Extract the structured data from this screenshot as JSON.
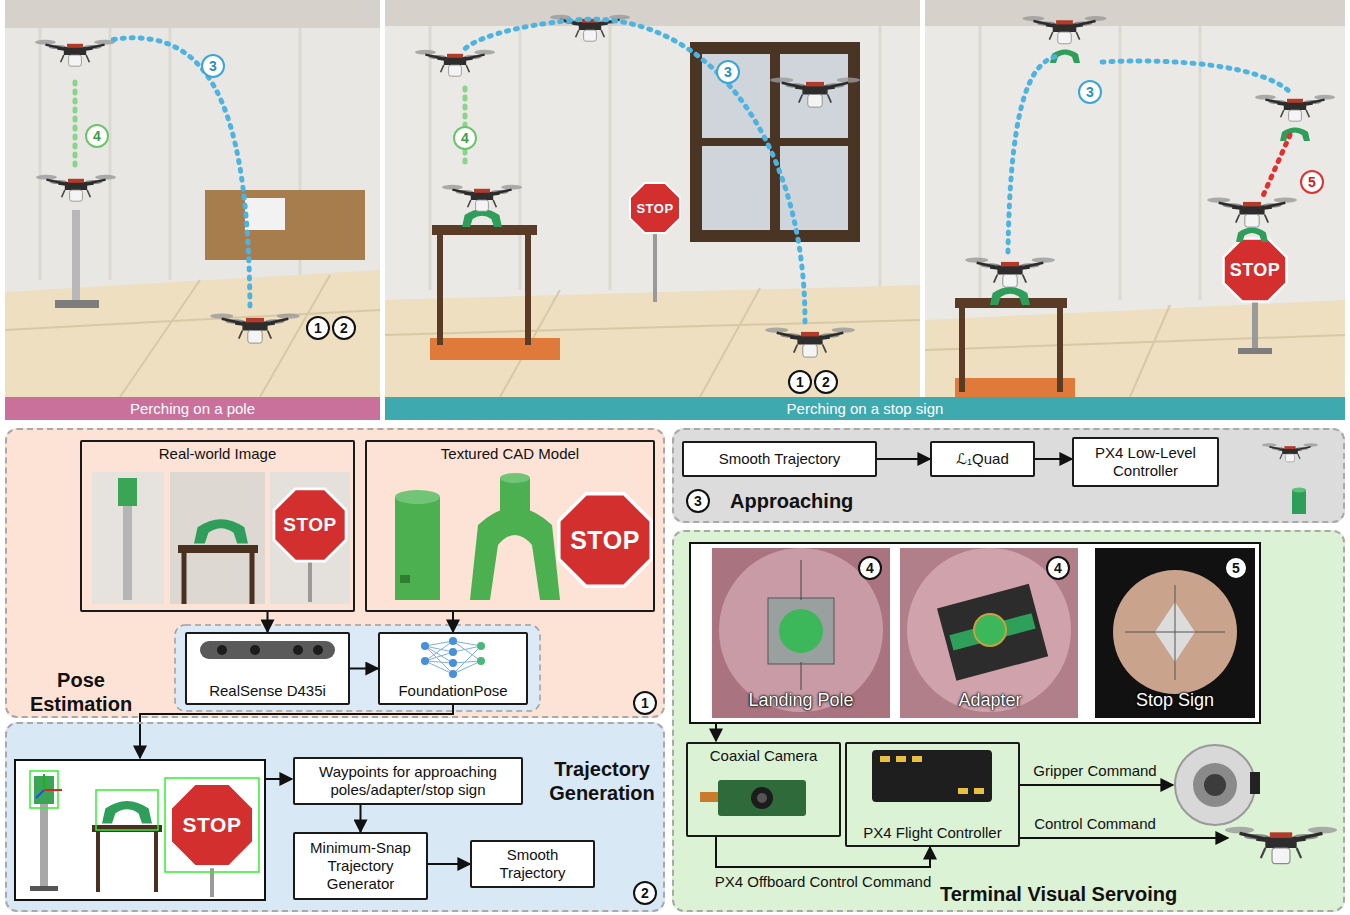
{
  "diagram": {
    "nodes": [
      {
        "text": [
          "Perching on a pole"
        ]
      },
      {
        "text": [
          "Perching on a stop sign"
        ]
      },
      {
        "text": [
          "Pose Estimation"
        ]
      },
      {
        "text": [
          "Real-world Image"
        ],
        "in": 2
      },
      {
        "text": [
          "Textured CAD Model"
        ],
        "in": 2
      },
      {
        "text": [
          "RealSense D435i"
        ],
        "in": 2
      },
      {
        "text": [
          "FoundationPose"
        ],
        "in": 2
      },
      {
        "text": [
          "Trajectory Generation"
        ]
      },
      {
        "text": [
          "Waypoints for approaching poles/adapter/stop sign"
        ],
        "in": 7
      },
      {
        "text": [
          "Minimum-Snap Trajectory Generator"
        ],
        "in": 7
      },
      {
        "text": [
          "Smooth Trajectory"
        ],
        "in": 7
      },
      {
        "text": [
          "Approaching"
        ]
      },
      {
        "text": [
          "Smooth Trajectory"
        ],
        "in": 11
      },
      {
        "text": [
          "ℒ₁Quad"
        ],
        "in": 11
      },
      {
        "text": [
          "PX4 Low-Level Controller"
        ],
        "in": 11
      },
      {
        "text": [
          "Terminal Visual Servoing"
        ]
      },
      {
        "text": [
          "Coaxial Camera"
        ],
        "in": 15
      },
      {
        "text": [
          "PX4 Flight Controller"
        ],
        "in": 15
      }
    ],
    "edges": [
      {
        "from": 3,
        "to": 5,
        "arrow": "to"
      },
      {
        "from": 4,
        "to": 6,
        "arrow": "to"
      },
      {
        "from": 5,
        "to": 6,
        "arrow": "to"
      },
      {
        "from": 8,
        "to": 9,
        "arrow": "to"
      },
      {
        "from": 9,
        "to": 10,
        "arrow": "to"
      },
      {
        "from": 12,
        "to": 13,
        "arrow": "to"
      },
      {
        "from": 13,
        "to": 14,
        "arrow": "to"
      },
      {
        "from": 16,
        "to": 17,
        "label": "PX4 Offboard Control Command",
        "arrow": "to"
      }
    ],
    "labels": [
      "3",
      "4",
      "1",
      "2",
      "3",
      "4",
      "STOP",
      "1",
      "2",
      "3",
      "5",
      "STOP",
      "STOP",
      "STOP",
      "1",
      "STOP",
      "2",
      "3",
      "4",
      "Landing Pole",
      "4",
      "Adapter",
      "5",
      "Stop Sign",
      "Gripper Command",
      "Control Command"
    ]
  }
}
